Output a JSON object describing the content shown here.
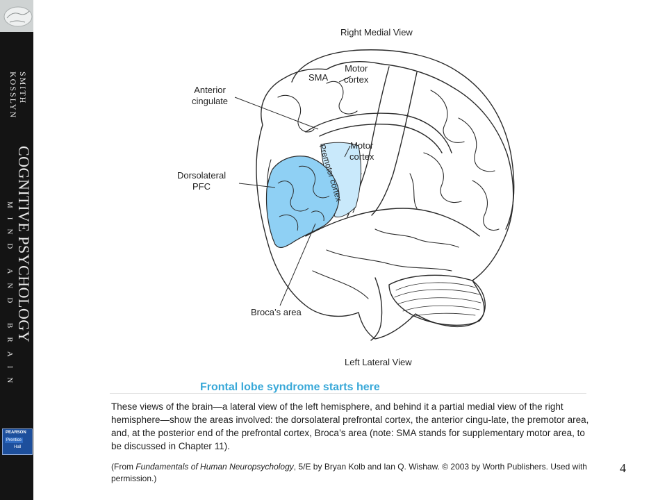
{
  "sidebar": {
    "authors": [
      "SMITH",
      "KOSSLYN"
    ],
    "title": "COGNITIVE PSYCHOLOGY",
    "subtitle": "MIND AND BRAIN",
    "publisher": [
      "PEARSON",
      "Prentice",
      "Hall"
    ]
  },
  "diagram": {
    "view_top": "Right Medial View",
    "view_bottom": "Left Lateral View",
    "labels": {
      "sma": "SMA",
      "motor_cortex_top": [
        "Motor",
        "cortex"
      ],
      "anterior_cingulate": [
        "Anterior",
        "cingulate"
      ],
      "motor_cortex_mid": [
        "Motor",
        "cortex"
      ],
      "dorsolateral_pfc": [
        "Dorsolateral",
        "PFC"
      ],
      "premotor_cortex": "Premotor cortex",
      "brocas_area": "Broca’s area"
    },
    "colors": {
      "dlpfc": "#8fd0f4",
      "premotor": "#c9e9fb",
      "outline": "#2a2a2a"
    }
  },
  "caption": {
    "heading": "Frontal lobe syndrome starts here",
    "heading_color": "#38a8d8",
    "body": "These views of the brain—a lateral view of the left hemisphere, and behind it a partial medial view of the right hemisphere—show the areas involved: the dorsolateral prefrontal cortex, the anterior cingu-late, the premotor area, and, at the posterior end of the prefrontal cortex, Broca’s area (note: SMA stands for supplementary motor area, to be discussed in Chapter 11).",
    "credit_pre": "(From ",
    "credit_title": "Fundamentals of Human Neuropsychology",
    "credit_post": ", 5/E by Bryan Kolb and Ian Q. Wishaw. © 2003 by Worth Publishers. Used with permission.)"
  },
  "page_number": "4"
}
